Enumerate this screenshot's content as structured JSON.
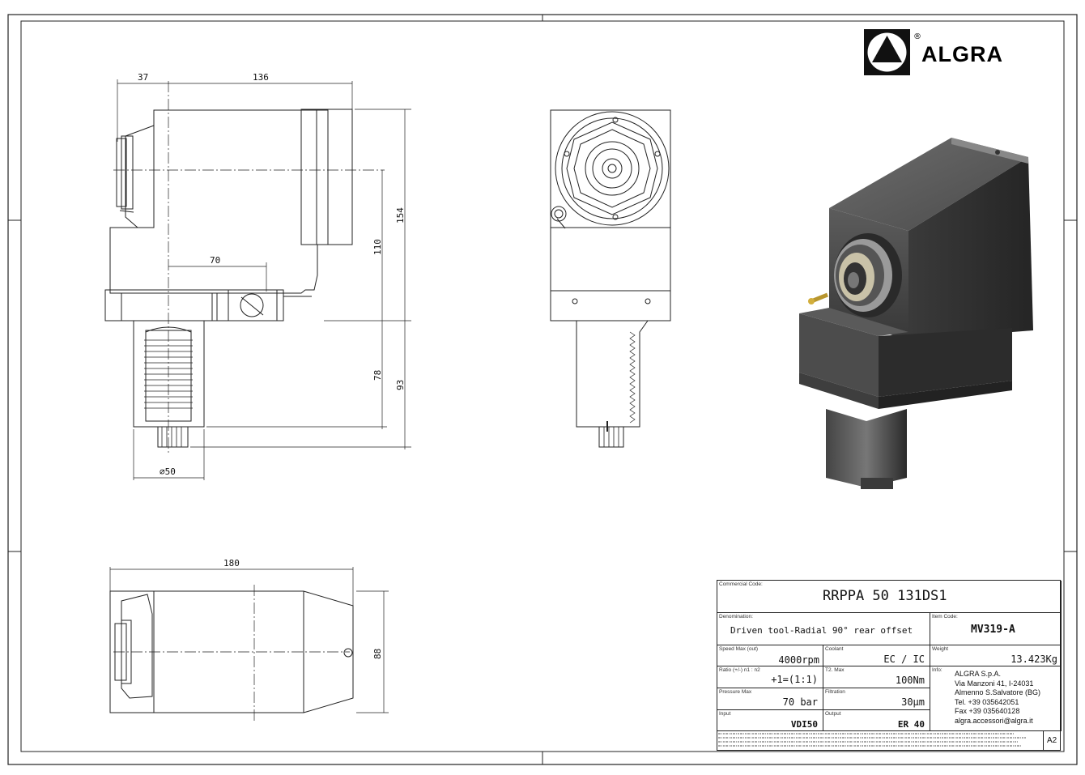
{
  "brand": {
    "name": "ALGRA",
    "registered": "®"
  },
  "dimensions": {
    "side_top_left": "37",
    "side_top_main": "136",
    "side_height_total": "154",
    "side_height_body": "110",
    "side_center": "70",
    "side_shank_78": "78",
    "side_shank_93": "93",
    "side_diameter": "∅50",
    "top_length": "180",
    "top_height": "88"
  },
  "title_block": {
    "commercial_code_label": "Commercial Code:",
    "commercial_code": "RRPPA 50 131DS1",
    "denomination_label": "Denomination:",
    "denomination": "Driven tool-Radial 90° rear offset",
    "item_code_label": "Item Code:",
    "item_code": "MV319-A",
    "speed_label": "Speed Max (out)",
    "speed_value": "4000",
    "speed_unit": "rpm",
    "coolant_label": "Coolant",
    "coolant_value": "EC / IC",
    "weight_label": "Weight",
    "weight_value": "13.423Kg",
    "ratio_label": "Ratio (+/-) n1 : n2",
    "ratio_value": "+1=(1:1)",
    "torque_label": "T2. Max",
    "torque_value": "100",
    "torque_unit": "Nm",
    "info_label": "Info:",
    "pressure_label": "Pressure Max",
    "pressure_value": "70",
    "pressure_unit": "bar",
    "filtration_label": "Filtration",
    "filtration_value": "30",
    "filtration_unit": "μm",
    "input_label": "Input",
    "input_value": "VDI50",
    "output_label": "Output",
    "output_value": "ER 40",
    "sheet_size": "A2",
    "company": {
      "name": "ALGRA S.p.A.",
      "address1": "Via Manzoni 41, I-24031",
      "address2": "Almenno S.Salvatore (BG)",
      "tel": "Tel. +39 035642051",
      "fax": "Fax +39 035640128",
      "email": "algra.accessori@algra.it"
    }
  }
}
